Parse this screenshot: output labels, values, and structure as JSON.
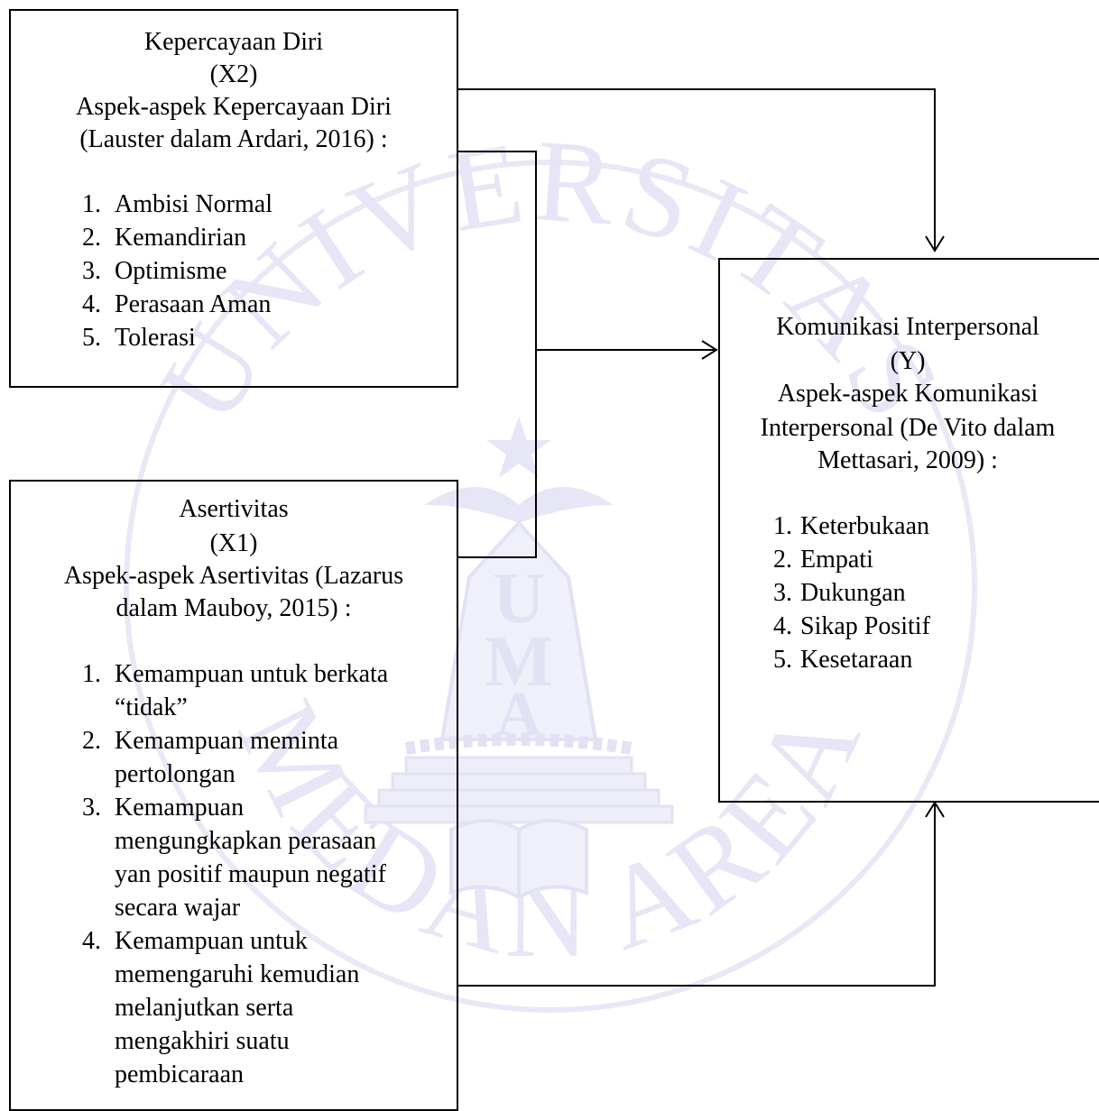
{
  "watermark": {
    "arc_top": "UNIVERSITAS",
    "arc_bottom": "MEDAN AREA",
    "monogram": [
      "U",
      "M",
      "A"
    ],
    "color": "#e6e6f6"
  },
  "box_x2": {
    "title": "Kepercayaan Diri",
    "code": "(X2)",
    "aspect_line1": "Aspek-aspek Kepercayaan Diri",
    "aspect_line2": "(Lauster dalam Ardari, 2016) :",
    "items": [
      {
        "num": "1.",
        "text": "Ambisi Normal"
      },
      {
        "num": "2.",
        "text": "Kemandirian"
      },
      {
        "num": "3.",
        "text": "Optimisme"
      },
      {
        "num": "4.",
        "text": "Perasaan Aman"
      },
      {
        "num": "5.",
        "text": "Tolerasi"
      }
    ]
  },
  "box_x1": {
    "title": "Asertivitas",
    "code": "(X1)",
    "aspect_line1": "Aspek-aspek Asertivitas (Lazarus",
    "aspect_line2": "dalam Mauboy, 2015) :",
    "items": [
      {
        "num": "1.",
        "lines": [
          "Kemampuan untuk berkata",
          "“tidak”"
        ]
      },
      {
        "num": "2.",
        "lines": [
          "Kemampuan meminta",
          "pertolongan"
        ]
      },
      {
        "num": "3.",
        "lines": [
          "Kemampuan",
          "mengungkapkan perasaan",
          "yan positif maupun negatif",
          "secara wajar"
        ]
      },
      {
        "num": "4.",
        "lines": [
          "Kemampuan untuk",
          "memengaruhi kemudian",
          "melanjutkan serta",
          "mengakhiri suatu",
          "pembicaraan"
        ]
      }
    ]
  },
  "box_y": {
    "title": "Komunikasi Interpersonal",
    "code": "(Y)",
    "aspect_line1": "Aspek-aspek Komunikasi",
    "aspect_line2": "Interpersonal (De Vito dalam",
    "aspect_line3": "Mettasari, 2009) :",
    "items": [
      {
        "num": "1.",
        "text": "Keterbukaan"
      },
      {
        "num": "2.",
        "text": "Empati"
      },
      {
        "num": "3.",
        "text": "Dukungan"
      },
      {
        "num": "4.",
        "text": "Sikap Positif"
      },
      {
        "num": "5.",
        "text": "Kesetaraan"
      }
    ]
  }
}
